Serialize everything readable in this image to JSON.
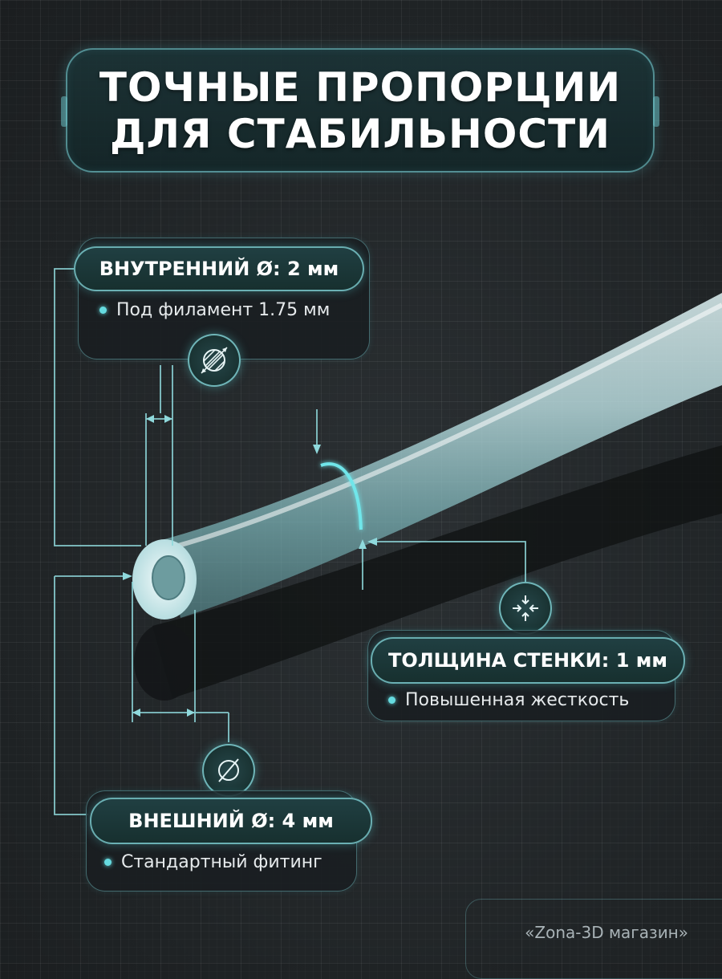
{
  "headline": {
    "line1": "ТОЧНЫЕ ПРОПОРЦИИ",
    "line2": "ДЛЯ СТАБИЛЬНОСТИ"
  },
  "callouts": {
    "inner": {
      "title": "ВНУТРЕННИЙ Ø: 2 мм",
      "note": "Под филамент 1.75 мм",
      "icon": "hatched-circle-diameter-icon"
    },
    "wall": {
      "title": "ТОЛЩИНА СТЕНКИ: 1 мм",
      "note": "Повышенная жесткость",
      "icon": "compress-arrows-icon"
    },
    "outer": {
      "title": "ВНЕШНИЙ Ø: 4 мм",
      "note": "Стандартный фитинг",
      "icon": "diameter-icon"
    }
  },
  "brand": "«Zona-3D магазин»",
  "colors": {
    "accent": "#66dbe0",
    "background": "#222629",
    "tube": "#bfe6e8"
  }
}
